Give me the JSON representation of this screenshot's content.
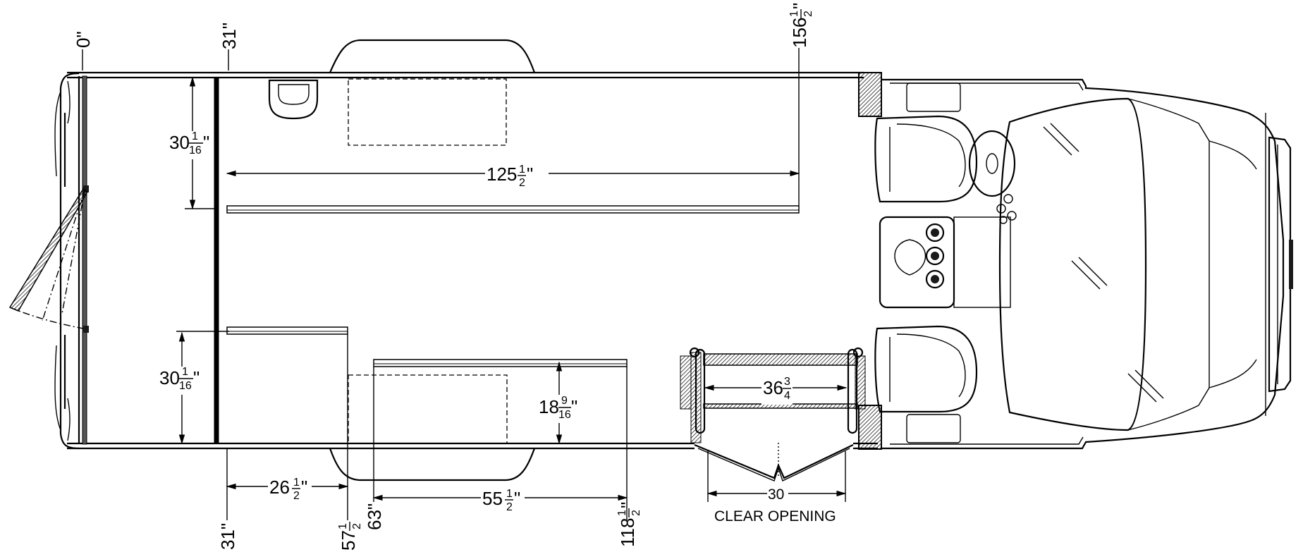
{
  "dimensions": {
    "top_0": "0\"",
    "top_31": "31\"",
    "top_156_whole": "156",
    "top_156_frac_num": "1",
    "top_156_frac_den": "2",
    "top_156_unit": "\"",
    "d125_whole": "125",
    "d125_num": "1",
    "d125_den": "2",
    "d125_unit": "\"",
    "d30a_whole": "30",
    "d30a_num": "1",
    "d30a_den": "16",
    "d30a_unit": "\"",
    "d30b_whole": "30",
    "d30b_num": "1",
    "d30b_den": "16",
    "d30b_unit": "\"",
    "d18_whole": "18",
    "d18_num": "9",
    "d18_den": "16",
    "d18_unit": "\"",
    "d36_whole": "36",
    "d36_num": "3",
    "d36_den": "4",
    "d26_whole": "26",
    "d26_num": "1",
    "d26_den": "2",
    "d26_unit": "\"",
    "d55_whole": "55",
    "d55_num": "1",
    "d55_den": "2",
    "d55_unit": "\"",
    "d30_opening": "30",
    "clear_opening": "CLEAR OPENING",
    "bot_31": "31\"",
    "bot_57_whole": "57",
    "bot_57_num": "1",
    "bot_57_den": "2",
    "bot_63": "63\"",
    "bot_118_whole": "118",
    "bot_118_num": "1",
    "bot_118_den": "2",
    "bot_118_unit": "\""
  }
}
